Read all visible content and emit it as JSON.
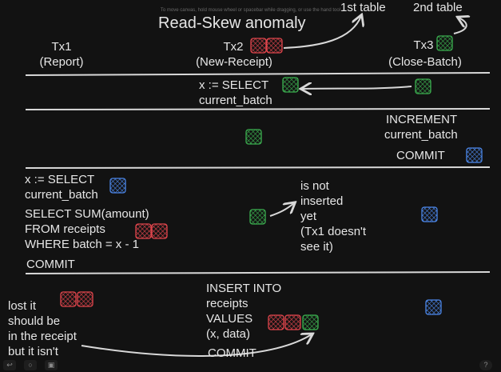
{
  "hint": "To move canvas, hold mouse wheel or spacebar while dragging, or use the hand tool",
  "title": "Read-Skew anomaly",
  "labels": {
    "first_table": "1st table",
    "second_table": "2nd table"
  },
  "transactions": [
    {
      "name": "Tx1",
      "role": "(Report)"
    },
    {
      "name": "Tx2",
      "role": "(New-Receipt)"
    },
    {
      "name": "Tx3",
      "role": "(Close-Batch)"
    }
  ],
  "row1": {
    "select": "x := SELECT",
    "target": "current_batch"
  },
  "row2": {
    "increment": "INCREMENT",
    "target": "current_batch",
    "commit": "COMMIT"
  },
  "row3": {
    "select": "x := SELECT",
    "target": "current_batch",
    "sum": "SELECT SUM(amount)",
    "from": "FROM receipts",
    "where": "WHERE batch = x - 1",
    "commit": "COMMIT",
    "note": [
      "is not",
      "inserted",
      "yet",
      "(Tx1 doesn't",
      "see it)"
    ]
  },
  "row4": {
    "lost": [
      "lost it",
      "should be",
      "in the receipt",
      "but it isn't"
    ],
    "insert": [
      "INSERT INTO",
      "receipts",
      "VALUES",
      "(x, data)"
    ],
    "commit": "COMMIT"
  },
  "colors": {
    "background": "#121212",
    "red": "#e0454c",
    "green": "#3bae4f",
    "blue": "#4b86e8",
    "line": "#d8d8d8"
  },
  "toolbar": {
    "left_icons": [
      "arrow-back-icon",
      "chat-icon",
      "present-icon"
    ],
    "right_icons": [
      "help-icon"
    ]
  }
}
